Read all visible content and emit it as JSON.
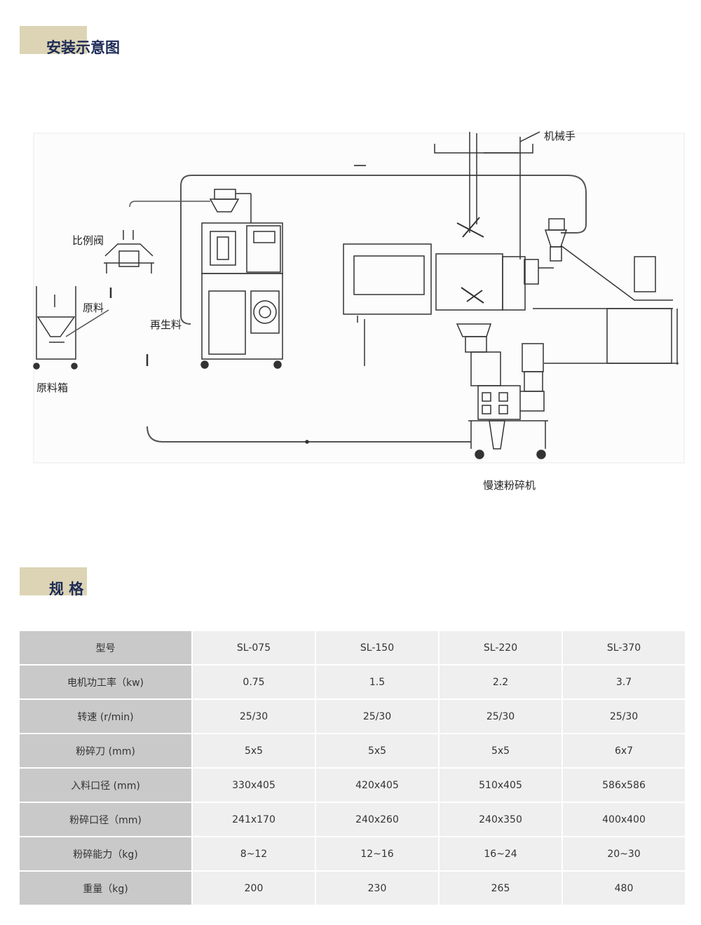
{
  "install": {
    "title": "安装示意图",
    "labels": {
      "robot": "机械手",
      "proportional_valve": "比例阀",
      "raw_material": "原料",
      "regrind": "再生料",
      "raw_material_box": "原料箱",
      "slow_crusher": "慢速粉碎机"
    }
  },
  "specs": {
    "title": "规 格",
    "header": {
      "label": "型号",
      "models": [
        "SL-075",
        "SL-150",
        "SL-220",
        "SL-370"
      ]
    },
    "rows": [
      {
        "label": "电机功工率（kw)",
        "values": [
          "0.75",
          "1.5",
          "2.2",
          "3.7"
        ]
      },
      {
        "label": "转速 (r/min)",
        "values": [
          "25/30",
          "25/30",
          "25/30",
          "25/30"
        ]
      },
      {
        "label": "粉碎刀 (mm)",
        "values": [
          "5x5",
          "5x5",
          "5x5",
          "6x7"
        ]
      },
      {
        "label": "入料口径 (mm)",
        "values": [
          "330x405",
          "420x405",
          "510x405",
          "586x586"
        ]
      },
      {
        "label": "粉碎口径（mm)",
        "values": [
          "241x170",
          "240x260",
          "240x350",
          "400x400"
        ]
      },
      {
        "label": "粉碎能力（kg)",
        "values": [
          "8~12",
          "12~16",
          "16~24",
          "20~30"
        ]
      },
      {
        "label": "重量（kg)",
        "values": [
          "200",
          "230",
          "265",
          "480"
        ]
      }
    ]
  }
}
